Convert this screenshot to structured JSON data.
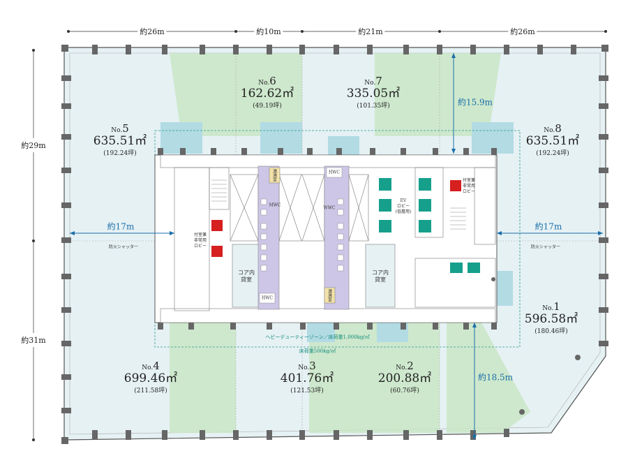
{
  "dimensions": {
    "top": [
      "約26m",
      "約10m",
      "約21m",
      "約26m"
    ],
    "left": [
      "約29m",
      "約31m"
    ]
  },
  "blue_dimensions": {
    "west_depth": "約17m",
    "east_depth": "約17m",
    "north_depth": "約15.9m",
    "south_depth": "約18.5m"
  },
  "tenants": [
    {
      "no": "No.",
      "num": "1",
      "area": "596.58㎡",
      "tsubo": "(180.46坪)"
    },
    {
      "no": "No.",
      "num": "2",
      "area": "200.88㎡",
      "tsubo": "(60.76坪)"
    },
    {
      "no": "No.",
      "num": "3",
      "area": "401.76㎡",
      "tsubo": "(121.53坪)"
    },
    {
      "no": "No.",
      "num": "4",
      "area": "699.46㎡",
      "tsubo": "(211.58坪)"
    },
    {
      "no": "No.",
      "num": "5",
      "area": "635.51㎡",
      "tsubo": "(192.24坪)"
    },
    {
      "no": "No.",
      "num": "6",
      "area": "162.62㎡",
      "tsubo": "(49.19坪)"
    },
    {
      "no": "No.",
      "num": "7",
      "area": "335.05㎡",
      "tsubo": "(101.35坪)"
    },
    {
      "no": "No.",
      "num": "8",
      "area": "635.51㎡",
      "tsubo": "(192.24坪)"
    }
  ],
  "labels": {
    "fire_shutter_left": "防火シャッター",
    "fire_shutter_right": "防火シャッター",
    "heavy_duty": "ヘビーデューティーゾーン／床荷重1,000kg/㎡",
    "floor_load": "床荷重500kg/㎡",
    "core_rental_left": "コア内\n貸室",
    "core_rental_right": "コア内\n貸室",
    "ev_lobby": "EV\nロビー\n(低層用)",
    "emergency_lobby_left": "付室兼\n非常用\nロビー",
    "emergency_lobby_right": "付室兼\n非常用\nロビー",
    "mwc": "MWC",
    "wwc": "WWC",
    "hwc_top": "HWC",
    "hwc_bottom": "HWC",
    "storage_top": "湯沸室",
    "storage_bottom": "湯沸室"
  },
  "colors": {
    "zone": "#e6f1f4",
    "green": "#c9e6c6",
    "blue_patch": "#b2dbe4",
    "teal_ev": "#16a08c",
    "red": "#d61f1f",
    "purple": "#cdc6e6",
    "beige": "#f3e2a9",
    "column": "#666666",
    "dim_blue": "#1a6ea8"
  }
}
